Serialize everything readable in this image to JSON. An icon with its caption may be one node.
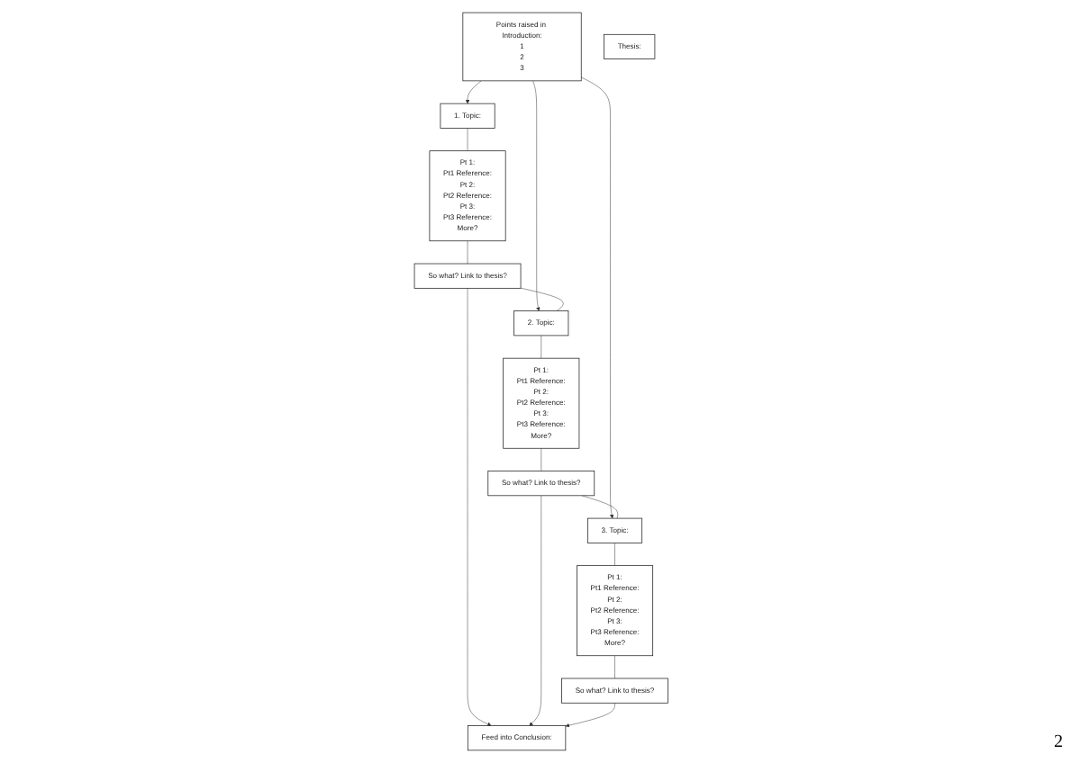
{
  "diagram": {
    "nodes": [
      {
        "text": [
          "Points raised in Introduction:",
          "1",
          "2",
          "3"
        ]
      },
      {
        "text": [
          "Thesis:"
        ]
      },
      {
        "text": [
          "1. Topic:"
        ]
      },
      {
        "text": [
          "2. Topic:"
        ]
      },
      {
        "text": [
          "3. Topic:"
        ]
      },
      {
        "text": [
          "Pt 1:",
          "Pt1 Reference:",
          "Pt 2:",
          "Pt2 Reference:",
          "Pt 3:",
          "Pt3 Reference:",
          "More?"
        ]
      },
      {
        "text": [
          "Pt 1:",
          "Pt1 Reference:",
          "Pt 2:",
          "Pt2 Reference:",
          "Pt 3:",
          "Pt3 Reference:",
          "More?"
        ]
      },
      {
        "text": [
          "Pt 1:",
          "Pt1 Reference:",
          "Pt 2:",
          "Pt2 Reference:",
          "Pt 3:",
          "Pt3 Reference:",
          "More?"
        ]
      },
      {
        "text": [
          "So what?  Link to thesis?"
        ]
      },
      {
        "text": [
          "So what?  Link to thesis?"
        ]
      },
      {
        "text": [
          "So what?  Link to thesis?"
        ]
      },
      {
        "text": [
          "Feed into Conclusion:"
        ]
      }
    ],
    "edges": [
      {
        "from": 0,
        "to": 2,
        "arrow": "to"
      },
      {
        "from": 0,
        "to": 3,
        "arrow": "to"
      },
      {
        "from": 0,
        "to": 4,
        "arrow": "to"
      },
      {
        "from": 2,
        "to": 5,
        "arrow": "none"
      },
      {
        "from": 3,
        "to": 6,
        "arrow": "none"
      },
      {
        "from": 4,
        "to": 7,
        "arrow": "none"
      },
      {
        "from": 5,
        "to": 8,
        "arrow": "none"
      },
      {
        "from": 6,
        "to": 9,
        "arrow": "none"
      },
      {
        "from": 7,
        "to": 10,
        "arrow": "none"
      },
      {
        "from": 8,
        "to": 3,
        "arrow": "none"
      },
      {
        "from": 9,
        "to": 4,
        "arrow": "none"
      },
      {
        "from": 8,
        "to": 11,
        "arrow": "to"
      },
      {
        "from": 9,
        "to": 11,
        "arrow": "to"
      },
      {
        "from": 10,
        "to": 11,
        "arrow": "to"
      }
    ],
    "labels": [
      "2"
    ]
  }
}
